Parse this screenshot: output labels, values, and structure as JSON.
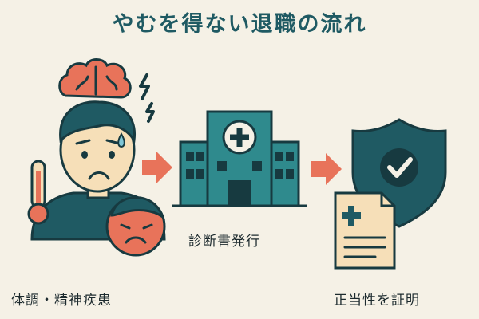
{
  "title": "やむを得ない退職の流れ",
  "steps": [
    {
      "label": "体調・精神疾患",
      "icon": "sick-person-icon"
    },
    {
      "label": "診断書発行",
      "icon": "hospital-icon"
    },
    {
      "label": "正当性を証明",
      "icon": "shield-check-document-icon"
    }
  ],
  "colors": {
    "teal": "#1f5a63",
    "teal_light": "#2f8a8d",
    "coral": "#e8735a",
    "skin": "#f6dfb8",
    "cream": "#f5f1e6",
    "outline": "#173a40"
  }
}
